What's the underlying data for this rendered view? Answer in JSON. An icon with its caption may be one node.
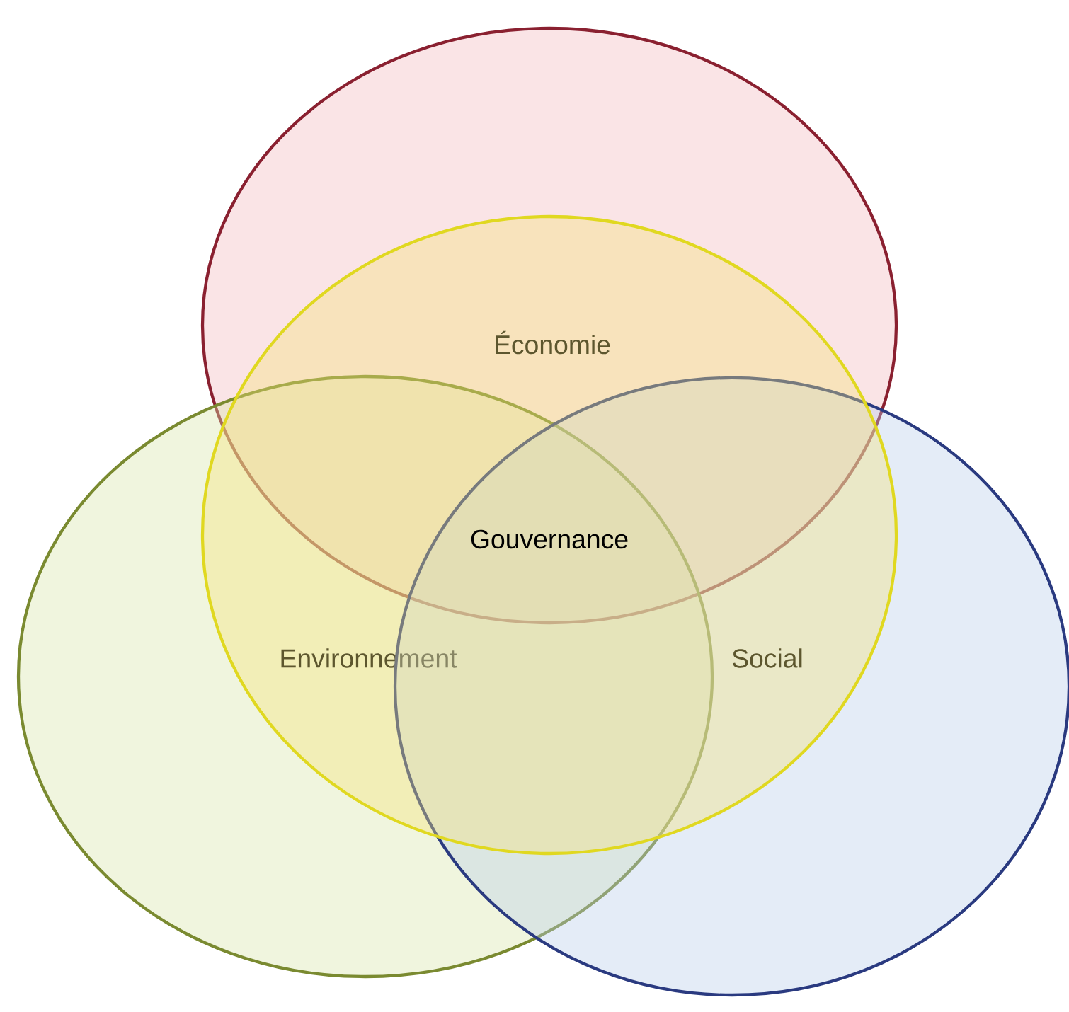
{
  "diagram": {
    "nodes": [
      {
        "text": [
          "Économie"
        ]
      },
      {
        "text": [],
        "shape": "circle"
      },
      {
        "text": [
          "Gouvernance"
        ]
      },
      {
        "text": [
          "Environnement"
        ]
      },
      {
        "text": [
          "Social"
        ]
      }
    ]
  }
}
